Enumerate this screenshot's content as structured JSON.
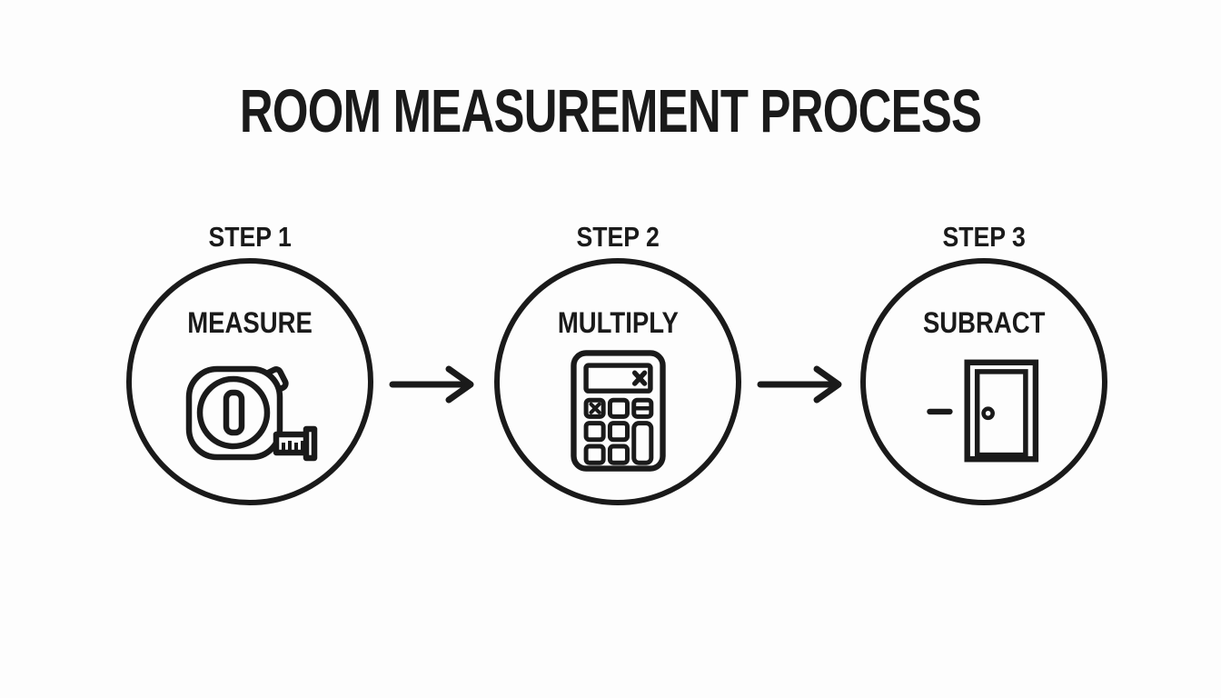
{
  "title": "ROOM MEASUREMENT PROCESS",
  "colors": {
    "ink": "#1a1a1a",
    "background": "#fdfdfd"
  },
  "steps": [
    {
      "step_label": "STEP 1",
      "action_label": "MEASURE",
      "icon": "tape-measure-icon"
    },
    {
      "step_label": "STEP 2",
      "action_label": "MULTIPLY",
      "icon": "calculator-icon"
    },
    {
      "step_label": "STEP 3",
      "action_label": "SUBRACT",
      "icon": "door-minus-icon"
    }
  ],
  "connectors": [
    {
      "icon": "arrow-right-icon"
    },
    {
      "icon": "arrow-right-icon"
    }
  ]
}
